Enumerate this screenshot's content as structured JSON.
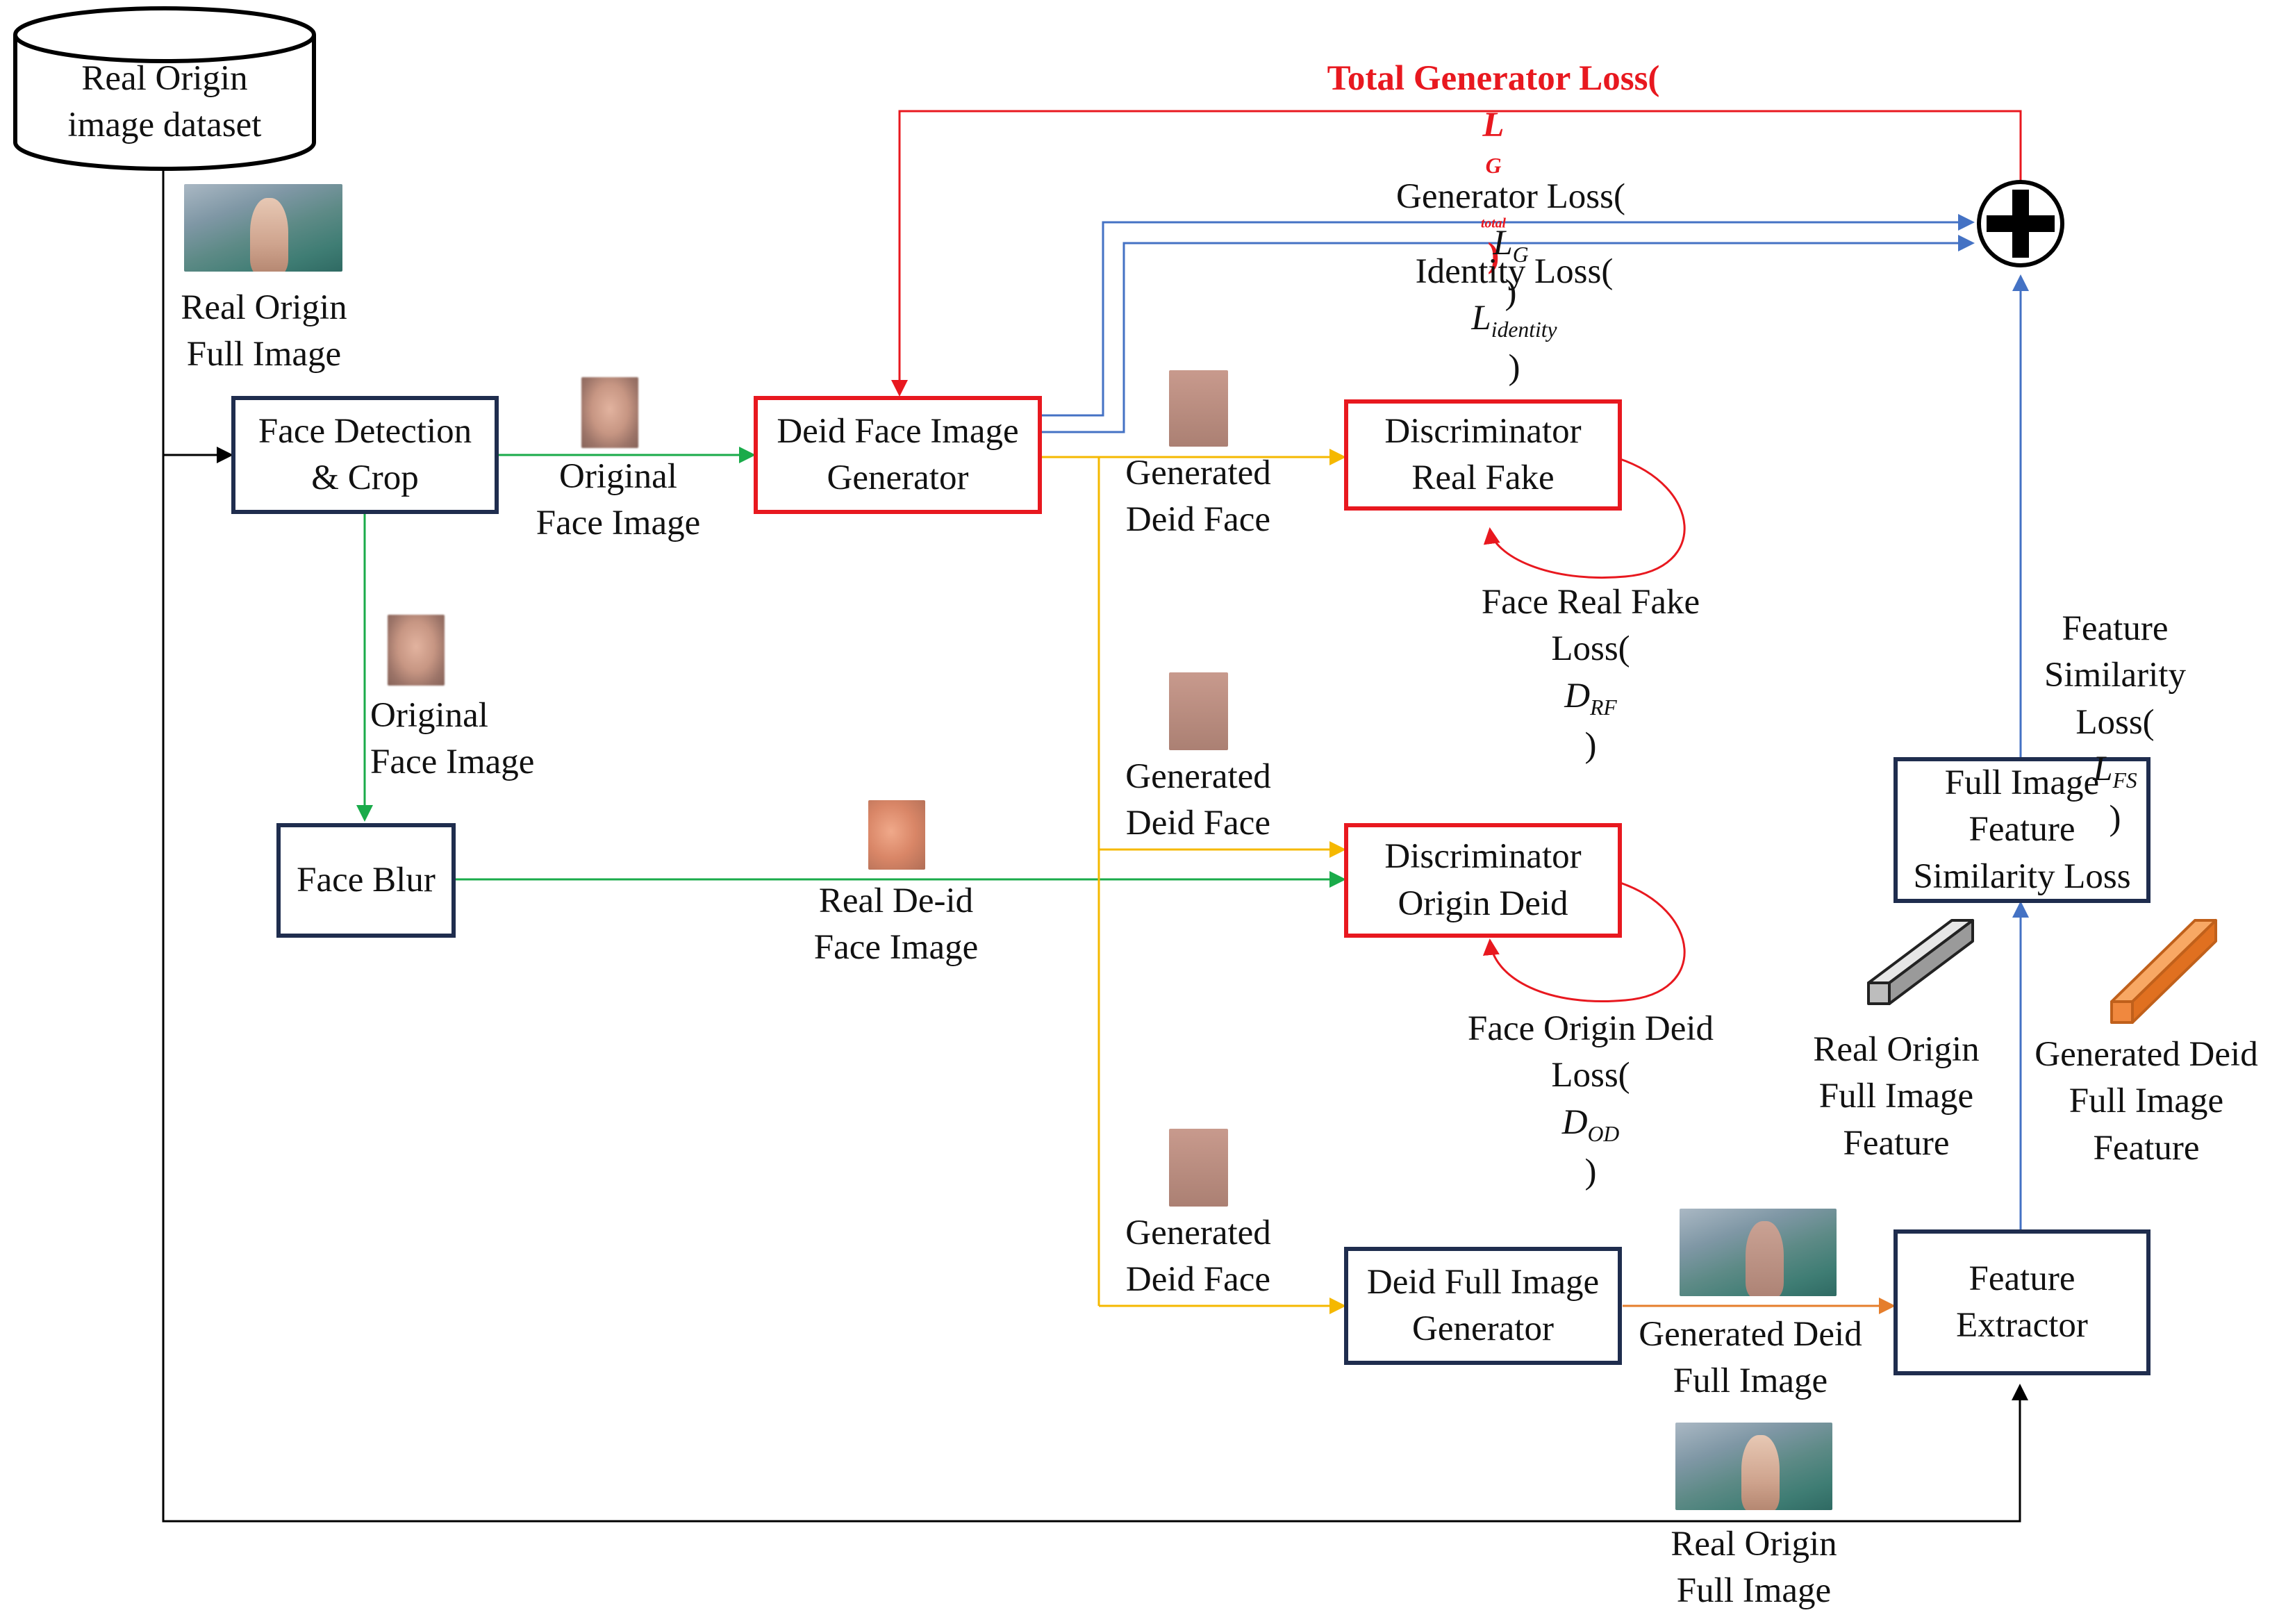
{
  "colors": {
    "navy": "#1f2d4e",
    "red": "#e8181f",
    "green": "#1aab4a",
    "yellow": "#f5b800",
    "blue": "#4472c4",
    "orange": "#e57e2c",
    "black": "#000000"
  },
  "dataset": {
    "line1": "Real Origin",
    "line2": "image dataset"
  },
  "labels": {
    "real_origin_full_image_top": [
      "Real Origin",
      "Full Image"
    ],
    "original_face_image_1": [
      "Original",
      "Face Image"
    ],
    "original_face_image_2": [
      "Original",
      "Face Image"
    ],
    "generated_deid_face_1": [
      "Generated",
      "Deid Face"
    ],
    "generated_deid_face_2": [
      "Generated",
      "Deid Face"
    ],
    "generated_deid_face_3": [
      "Generated",
      "Deid Face"
    ],
    "real_deid_face_image": [
      "Real De-id",
      "Face Image"
    ],
    "face_real_fake_loss": {
      "line1": "Face Real Fake",
      "line2_prefix": "Loss(",
      "symbol": "D",
      "subscript": "RF",
      "suffix": ")"
    },
    "face_origin_deid_loss": {
      "line1": "Face Origin Deid",
      "line2_prefix": "Loss(",
      "symbol": "D",
      "subscript": "OD",
      "suffix": ")"
    },
    "total_generator_loss": {
      "prefix": "Total Generator Loss(",
      "symbol": "L",
      "sub1": "G",
      "sub2": "total",
      "suffix": ")"
    },
    "generator_loss": {
      "prefix": "Generator Loss(",
      "symbol": "L",
      "subscript": "G",
      "suffix": ")"
    },
    "identity_loss": {
      "prefix": "Identity Loss(",
      "symbol": "L",
      "subscript": "identity",
      "suffix": ")"
    },
    "feature_similarity_loss": {
      "line1": "Feature",
      "line2": "Similarity",
      "line3_prefix": "Loss(",
      "symbol": "L",
      "subscript": "FS",
      "suffix": ")"
    },
    "real_origin_full_image_feature": [
      "Real Origin",
      "Full Image",
      "Feature"
    ],
    "generated_deid_full_image_feature": [
      "Generated Deid",
      "Full Image",
      "Feature"
    ],
    "generated_deid_full_image": [
      "Generated Deid",
      "Full Image"
    ],
    "real_origin_full_image_bottom": [
      "Real Origin",
      "Full Image"
    ]
  },
  "boxes": {
    "face_detection": [
      "Face Detection",
      "& Crop"
    ],
    "deid_face_generator": [
      "Deid Face Image",
      "Generator"
    ],
    "disc_real_fake": [
      "Discriminator",
      "Real Fake"
    ],
    "face_blur": [
      "Face Blur"
    ],
    "disc_origin_deid": [
      "Discriminator",
      "Origin Deid"
    ],
    "full_image_fs_loss": [
      "Full Image",
      "Feature",
      "Similarity Loss"
    ],
    "deid_full_generator": [
      "Deid Full Image",
      "Generator"
    ],
    "feature_extractor": [
      "Feature",
      "Extractor"
    ]
  },
  "icons": [
    "sum-circle-icon",
    "gray-feature-bar-icon",
    "orange-feature-bar-icon"
  ]
}
